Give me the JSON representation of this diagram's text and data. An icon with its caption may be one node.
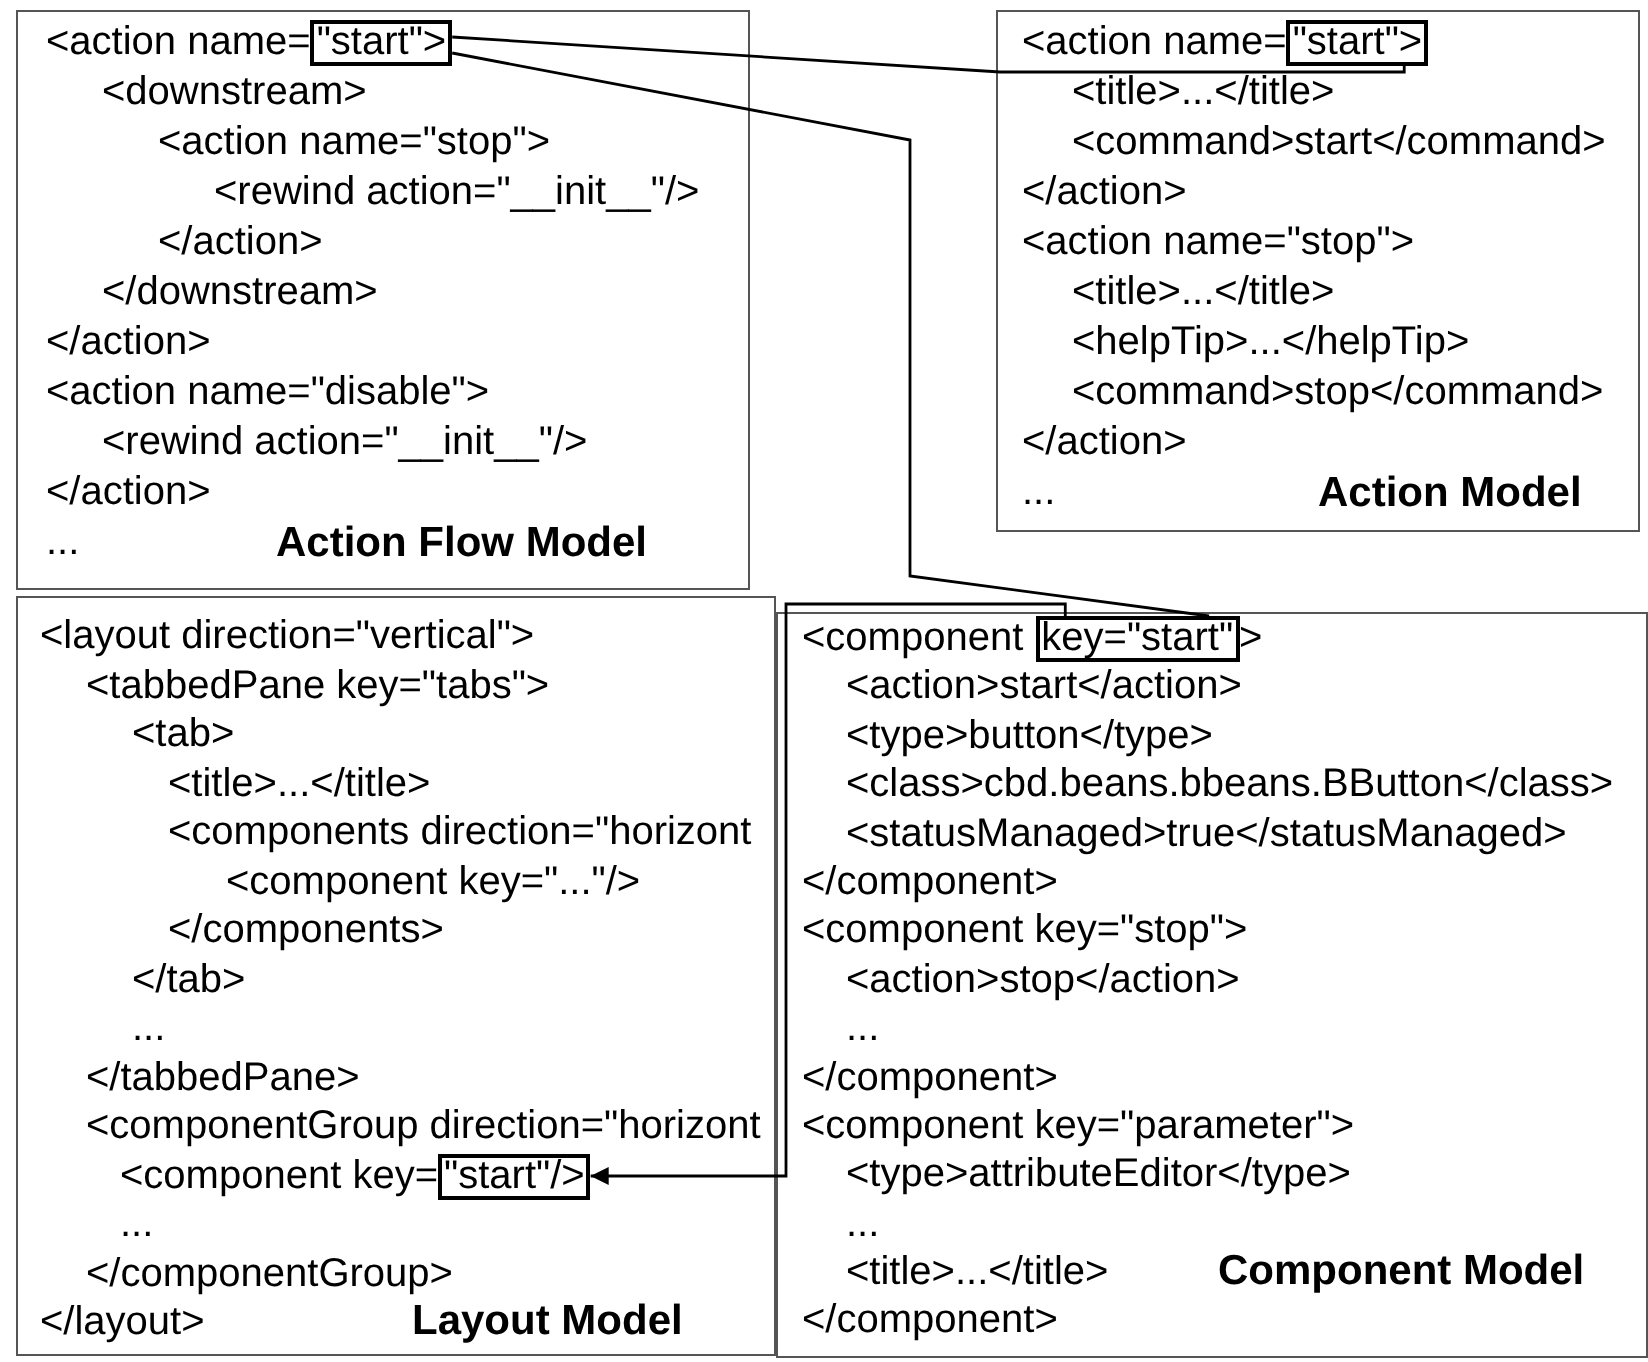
{
  "diagram": {
    "nodes": [
      {
        "text": [
          "<action name=",
          "<downstream>",
          "<action name=\"stop\">",
          "<rewind action=\"__init__\"/>",
          "</action>",
          "</downstream>",
          "</action>",
          "<action name=\"disable\">",
          "<rewind action=\"__init__\"/>",
          "</action>",
          "...",
          "Action Flow Model"
        ]
      },
      {
        "text": [
          "\"start\">"
        ],
        "in": 0
      },
      {
        "text": [
          "<action name=",
          "<title>...</title>",
          "<command>start</command>",
          "</action>",
          "<action name=\"stop\">",
          "<title>...</title>",
          "<helpTip>...</helpTip>",
          "<command>stop</command>",
          "</action>",
          "...",
          "Action Model"
        ]
      },
      {
        "text": [
          "\"start\">"
        ],
        "in": 2
      },
      {
        "text": [
          "<layout direction=\"vertical\">",
          "<tabbedPane key=\"tabs\">",
          "<tab>",
          "<title>...</title>",
          "<components direction=\"horizont",
          "<component key=\"...\"/>",
          "</components>",
          "</tab>",
          "...",
          "</tabbedPane>",
          "<componentGroup direction=\"horizont",
          "<component key=",
          "...",
          "</componentGroup>",
          "</layout>",
          "Layout Model"
        ]
      },
      {
        "text": [
          "\"start\"/>"
        ],
        "in": 4
      },
      {
        "text": [
          "<component",
          ">",
          "<action>start</action>",
          "<type>button</type>",
          "<class>cbd.beans.bbeans.BButton</class>",
          "<statusManaged>true</statusManaged>",
          "</component>",
          "<component key=\"stop\">",
          "<action>stop</action>",
          "...",
          "</component>",
          "<component key=\"parameter\">",
          "<type>attributeEditor</type>",
          "...",
          "<title>...</title>",
          "Component Model",
          "</component>"
        ]
      },
      {
        "text": [
          "key=\"start\""
        ],
        "in": 6
      }
    ],
    "edges": [
      {
        "from": 1,
        "to": 3,
        "arrow": "none"
      },
      {
        "from": 1,
        "to": 7,
        "arrow": "none"
      },
      {
        "from": 7,
        "to": 5,
        "arrow": "to"
      }
    ]
  }
}
